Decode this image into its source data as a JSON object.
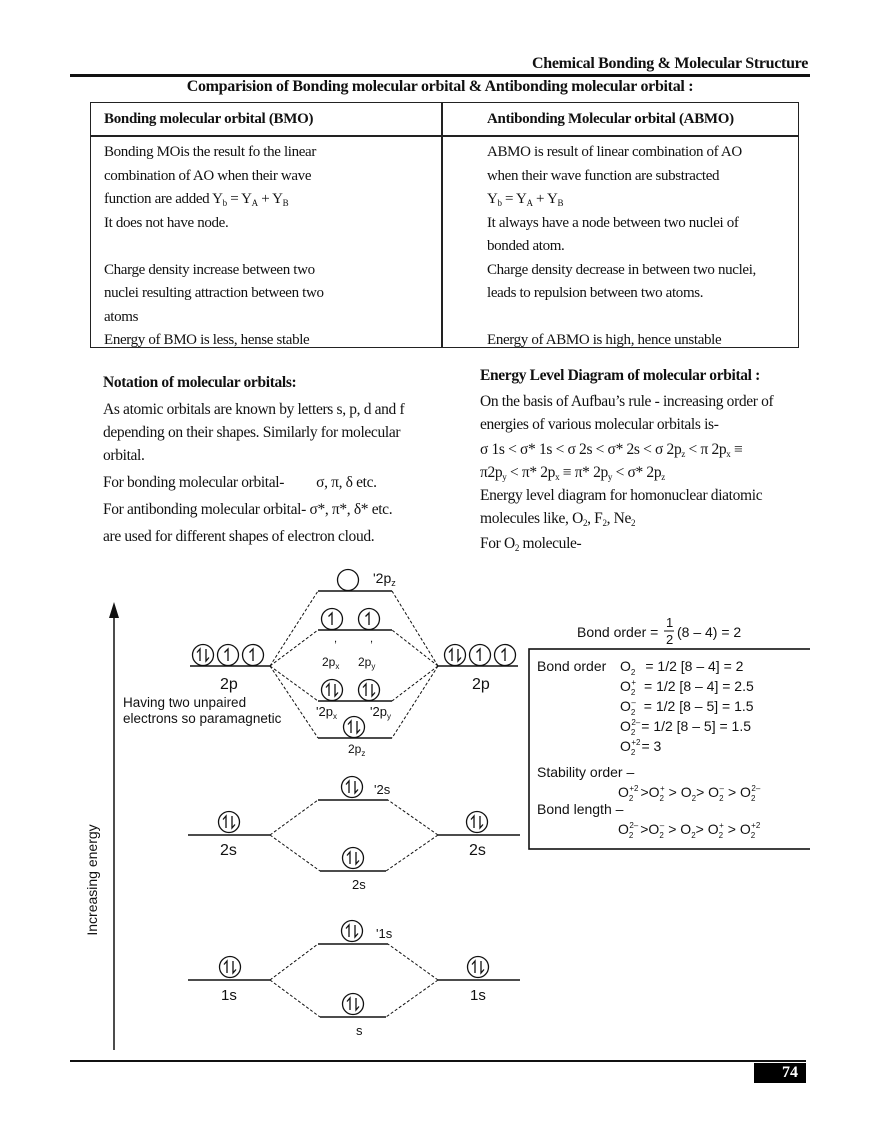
{
  "header": {
    "running_head": "Chemical Bonding & Molecular Structure",
    "section_title": "Comparision of Bonding molecular orbital & Antibonding molecular orbital :"
  },
  "comparison_table": {
    "headers": [
      "Bonding molecular orbital (BMO)",
      "Antibonding Molecular orbital (ABMO)"
    ],
    "bmo_lines": [
      "Bonding MOis the result fo the linear",
      "combination of AO when their wave",
      "function are added Y",
      "It does not have node.",
      "",
      "Charge density increase between two",
      "nuclei resulting attraction between two",
      "atoms",
      "Energy of BMO is less, hense stable"
    ],
    "bmo_formula": {
      "lhs": "Y",
      "lhs_sub": "b",
      "eq": " = Y",
      "a_sub": "A",
      "plus": " + Y",
      "b_sub": "B"
    },
    "abmo_lines": [
      "ABMO is result of linear combination of AO",
      "when their wave function are substracted",
      "Y",
      "It always have a node between two nuclei of",
      "bonded atom.",
      "Charge density decrease in between two nuclei,",
      "leads to repulsion between two atoms.",
      "",
      "Energy of ABMO is high, hence unstable"
    ],
    "abmo_formula": {
      "lhs": "Y",
      "lhs_sub": "b",
      "eq": " = Y",
      "a_sub": "A",
      "plus": " + Y",
      "b_sub": "B"
    }
  },
  "notation": {
    "heading": "Notation of molecular orbitals:",
    "lines": [
      "As atomic orbitals are known by letters s, p, d and f",
      "depending on their shapes. Similarly for molecular",
      "orbital."
    ],
    "bonding_label": "For bonding molecular orbital-",
    "bonding_symbols": "σ, π, δ etc.",
    "antibonding_label": "For antibonding molecular orbital-",
    "antibonding_symbols": "σ*, π*, δ* etc.",
    "closing": "are used for different shapes of electron cloud."
  },
  "energy_level": {
    "heading": "Energy Level Diagram of molecular orbital :",
    "intro_lines": [
      "On the basis of Aufbau’s rule - increasing order of",
      "energies of various molecular orbitals is-"
    ],
    "order_line1": "σ 1s < σ* 1s < σ 2s < σ* 2s  < σ 2p",
    "order_line2": "π2p",
    "homonuclear_line1": "Energy level diagram for homonuclear diatomic",
    "homonuclear_line2": "molecules like, O",
    "for_o2": "For O",
    "for_o2_tail": " molecule-"
  },
  "mo_diagram": {
    "y_axis_label": "Increasing energy",
    "paramagnetic_note": [
      "Having two unpaired",
      "electrons so paramagnetic"
    ],
    "atomic_labels": {
      "left_2p": "2p",
      "right_2p": "2p",
      "left_2s": "2s",
      "right_2s": "2s",
      "left_1s": "1s",
      "right_1s": "1s"
    },
    "mo_labels": {
      "sigma_star_2pz": "'2p",
      "pi_star_2px": "2p",
      "pi_star_2py": "2p",
      "pi_2px": "'2p",
      "pi_2py": "'2p",
      "sigma_2pz": "2p",
      "sigma_star_2s": "'2s",
      "sigma_2s": "2s",
      "sigma_star_1s": "'1s",
      "sigma_1s": "s"
    },
    "bond_order_formula": "Bond order = ½ (8 – 4) = 2",
    "bond_order_box": {
      "label": "Bond order",
      "rows": [
        {
          "species": "O₂",
          "expr": "= 1/2 [8 – 4] = 2"
        },
        {
          "species": "O₂⁺",
          "expr": "= 1/2 [8 – 4] = 2.5"
        },
        {
          "species": "O₂⁻",
          "expr": "= 1/2 [8 – 5] = 1.5"
        },
        {
          "species": "O₂²⁻",
          "expr": "= 1/2 [8 – 5] = 1.5"
        },
        {
          "species": "O₂⁺²",
          "expr": "= 3"
        }
      ],
      "stability_label": "Stability order –",
      "stability_order": "O₂⁺² > O₂⁺ > O₂ > O₂⁻ > O₂²⁻",
      "bond_length_label": "Bond length –",
      "bond_length_order": "O₂²⁻ > O₂⁻ > O₂ > O₂⁺ > O₂⁺²"
    }
  },
  "footer": {
    "page_number": "74"
  }
}
